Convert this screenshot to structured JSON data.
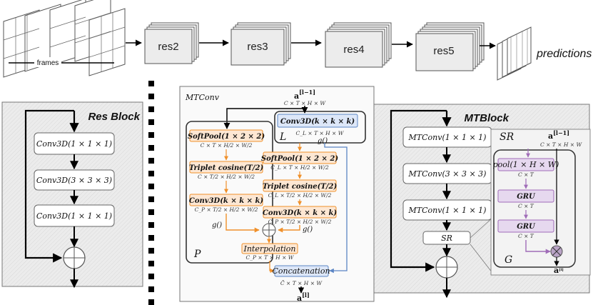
{
  "pipeline": {
    "frames_label": "frames",
    "stages": [
      "res2",
      "res3",
      "res4",
      "res5"
    ],
    "output_label": "predictions"
  },
  "res_block": {
    "title": "Res Block",
    "layers": [
      "Conv3D(1 × 1 × 1)",
      "Conv3D(3 × 3 × 3)",
      "Conv3D(1 × 1 × 1)"
    ]
  },
  "mtconv": {
    "title": "MTConv",
    "input_label": "a",
    "input_sup": "[l−1]",
    "input_dim": "C × T × H × W",
    "L_box": {
      "label": "Conv3D(k × k × k)",
      "dim": "C_L × T × H × W",
      "letter": "L"
    },
    "P_branch": [
      {
        "label": "SoftPool(1 × 2 × 2)",
        "dim": "C × T × H/2 × W/2"
      },
      {
        "label": "Triplet cosine(T/2)",
        "dim": "C × T/2 × H/2 × W/2"
      },
      {
        "label": "Conv3D(k × k × k)",
        "dim": "C_P × T/2 × H/2 × W/2"
      }
    ],
    "L_branch": [
      {
        "label": "SoftPool(1 × 2 × 2)",
        "dim": "C_L × T × H/2 × W/2"
      },
      {
        "label": "Triplet cosine(T/2)",
        "dim": "C_L × T/2 × H/2 × W/2"
      },
      {
        "label": "Conv3D(k × k × k)",
        "dim": "C_P × T/2 × H/2 × W/2"
      }
    ],
    "g_label": "g()",
    "P_letter": "P",
    "interp": {
      "label": "Interpolation",
      "dim": "C_P × T × H × W"
    },
    "concat": {
      "label": "Concatenation",
      "dim": "C̃ × T × H × W"
    },
    "output_label": "a",
    "output_sup": "[l]"
  },
  "mt_block": {
    "title": "MTBlock",
    "layers": [
      "MTConv(1 × 1 × 1)",
      "MTConv(3 × 3 × 3)",
      "MTConv(1 × 1 × 1)"
    ],
    "sr_label": "SR"
  },
  "sr": {
    "title": "SR",
    "input_label": "a",
    "input_sup": "[l−1]",
    "input_dim": "C × T × H × W",
    "pool": {
      "label": "pool(1 × H × W)",
      "dim": "C × T"
    },
    "gru1": {
      "label": "GRU",
      "dim": "C × T"
    },
    "gru2": {
      "label": "GRU",
      "dim": "C × T"
    },
    "G_letter": "G",
    "output_label": "a",
    "output_sup": "[l]"
  },
  "colors": {
    "orange": "#f0902a",
    "orange_fill": "#fde7d3",
    "blue": "#5b85c4",
    "blue_fill": "#dde7f8",
    "purple": "#a06cb8",
    "purple_fill": "#e6d8ef",
    "panel_gray": "#ececec"
  }
}
